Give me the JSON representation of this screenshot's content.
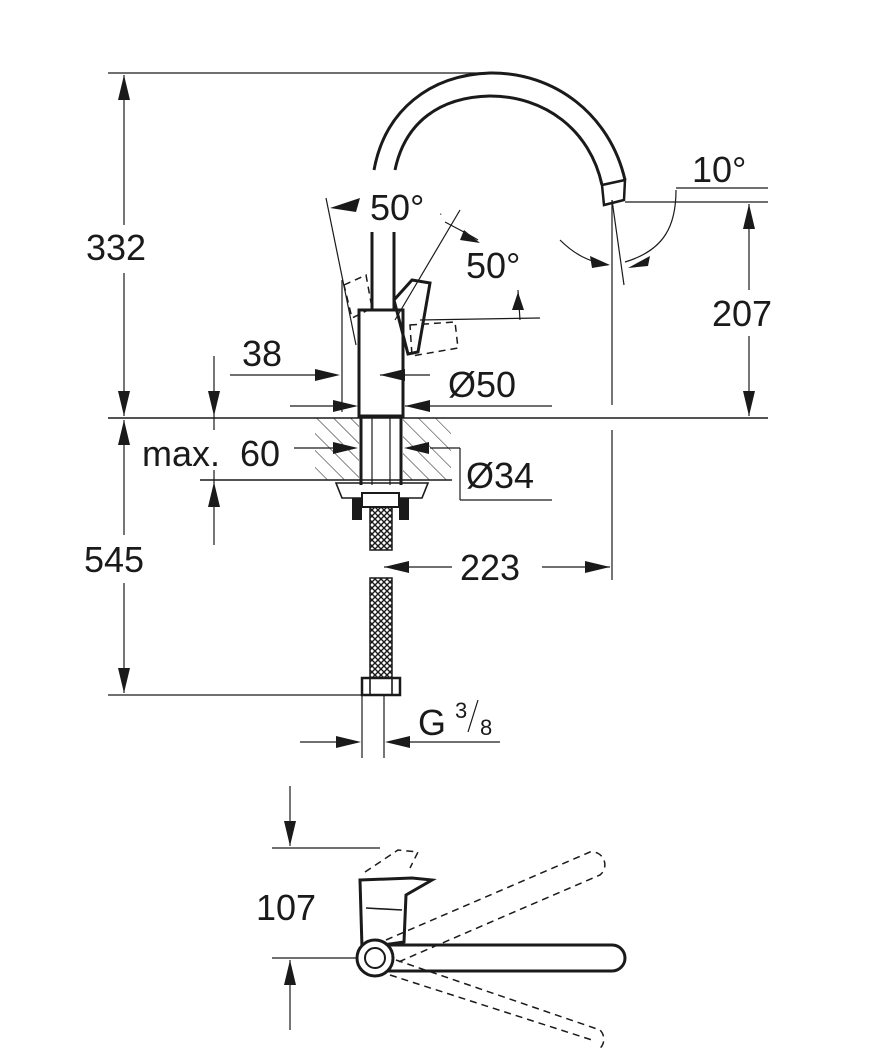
{
  "dimensions": {
    "total_height": "332",
    "spout_height": "207",
    "body_offset": "38",
    "body_diameter": "Ø50",
    "counter_max": "max.",
    "counter_value": "60",
    "shank_diameter": "Ø34",
    "hose_length": "545",
    "spout_reach": "223",
    "connection_main": "G",
    "connection_num": "3",
    "connection_den": "8",
    "top_view_height": "107"
  },
  "angles": {
    "handle_left": "50°",
    "handle_right": "50°",
    "spout_tilt": "10°"
  },
  "colors": {
    "line": "#1a1a1a",
    "background": "#ffffff"
  }
}
